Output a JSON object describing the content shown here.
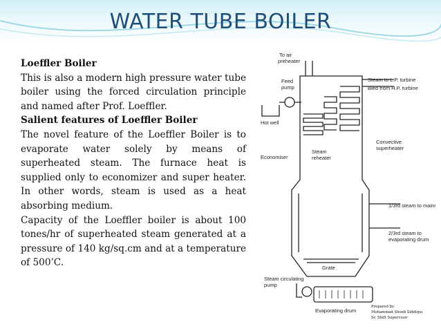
{
  "slide": {
    "title": "WATER TUBE BOILER",
    "subtitle": "Loeffler Boiler",
    "para1": "This is also a modern high pressure water tube boiler using the forced circulation principle and named after Prof. Loeffler.",
    "heading2": "Salient features of Loeffler Boiler",
    "para2": "The novel feature of the Loeffler Boiler is to evaporate water solely by means of superheated steam. The furnace heat is supplied only to economizer and super heater. In other words, steam is used as a heat absorbing medium.",
    "para3": "Capacity of the Loeffler boiler is about 100 tones/hr of superheated steam generated at a pressure of 140 kg/sq.cm and at a temperature of 500’C."
  },
  "diagram": {
    "labels": {
      "to_air_preheater_1": "To air",
      "to_air_preheater_2": "preheater",
      "feed_pump_1": "Feed",
      "feed_pump_2": "pump",
      "hot_well": "Hot well",
      "economiser": "Economiser",
      "steam_to_lp": "Steam to L.P. turbine",
      "bled_from_hp": "Bled from H.P. turbine",
      "steam_reheater_1": "Steam",
      "steam_reheater_2": "reheater",
      "convective_1": "Convective",
      "convective_2": "superheater",
      "one_third": "1/3rd steam to mains",
      "two_third_1": "2/3rd steam to",
      "two_third_2": "evaporating drum",
      "grate": "Grate",
      "circ_pump_1": "Steam circulating",
      "circ_pump_2": "pump",
      "evaporating_drum": "Evaporating drum"
    }
  },
  "credit": {
    "line1": "Prepared by:",
    "line2": "Mohammad Shoeb Siddiqui",
    "line3": "Sr. Shift Supervisor"
  }
}
